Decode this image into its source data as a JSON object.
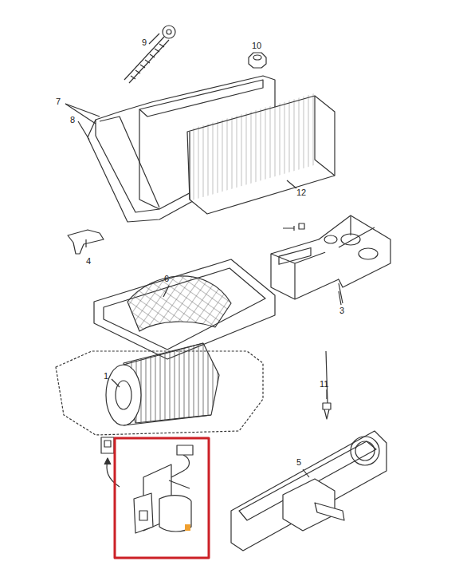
{
  "diagram": {
    "labels": [
      "9",
      "10",
      "7",
      "8",
      "12",
      "4",
      "3",
      "6",
      "1",
      "11",
      "5"
    ]
  }
}
